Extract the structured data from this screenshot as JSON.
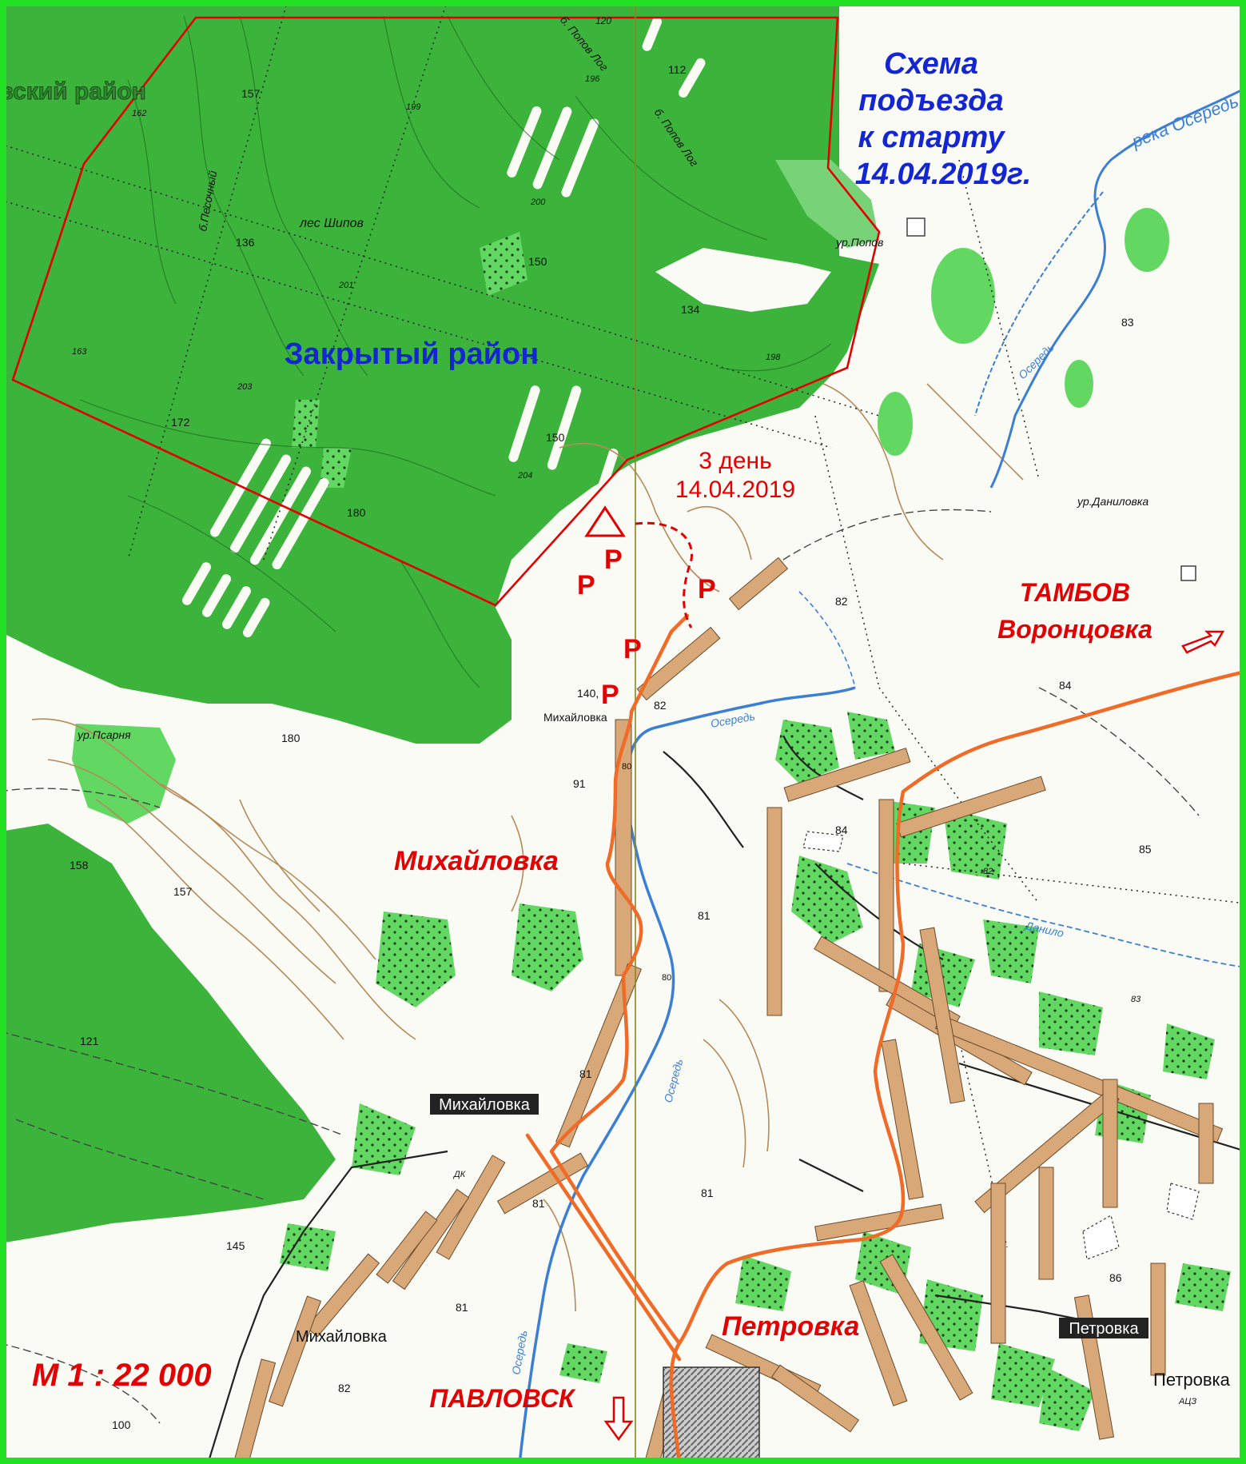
{
  "title": {
    "line1": "Схема",
    "line2": "подъезда",
    "line3": "к старту",
    "line4": "14.04.2019г."
  },
  "closed_area": "Закрытый район",
  "district_cut": "овский район",
  "day": {
    "line1": "3 день",
    "line2": "14.04.2019"
  },
  "scale": "М 1 : 22 000",
  "directions": {
    "tambov_line1": "ТАМБОВ",
    "tambov_line2": "Воронцовка",
    "pavlovsk": "ПАВЛОВСК"
  },
  "villages": {
    "mikhailovka_red": "Михайловка",
    "petrovka_red": "Петровка",
    "mikhailovka_box_top": "Михайловка",
    "mikhailovka_box_center": "Михайловка",
    "mikhailovka_bottom": "Михайловка",
    "petrovka_box": "Петровка",
    "petrovka_right": "Петровка"
  },
  "forest": "лес Шипов",
  "places": {
    "popov_top": "б. Попов Лог",
    "popov_mid": "б. Попов Лог",
    "ur_popov": "ур.Попов",
    "ur_danilovka": "ур.Даниловка",
    "ur_psarnya": "ур.Псарня",
    "b_pesochny": "б.Песочный",
    "dk": "ДК",
    "azs": "АЦЗ"
  },
  "rivers": {
    "oseredr_top": "река Осередь",
    "oseredr_1": "Осередь",
    "oseredr_2": "Осередь",
    "oseredr_3": "Осередь",
    "oseredr_4": "Осередь",
    "danilo": "Данило"
  },
  "parking": "P",
  "elevations": {
    "e112": "112",
    "e120": "120",
    "e157a": "157",
    "e162": "162",
    "e199": "199",
    "e196": "196",
    "e136": "136",
    "e200": "200",
    "e150a": "150",
    "e201": "201",
    "e134": "134",
    "e198": "198",
    "e163": "163",
    "e203": "203",
    "e172": "172",
    "e150b": "150",
    "e204": "204",
    "e180a": "180",
    "e83a": "83",
    "e82a": "82",
    "e84a": "84",
    "e140": "140,",
    "e82b": "82",
    "e180b": "180",
    "e91": "91",
    "e84b": "84",
    "e85": "85",
    "e158": "158",
    "e157b": "157",
    "e81a": "81",
    "e80a": "80",
    "e80b": "80",
    "e82c": "82",
    "e83b": "83",
    "e121": "121",
    "e81b": "81",
    "e81c": "81",
    "e81d": "81",
    "e145": "145",
    "e86": "86",
    "e81e": "81",
    "e82d": "82",
    "e100": "100"
  },
  "colors": {
    "forest": "#3cb43c",
    "forest_light": "#78d278",
    "route_red": "#e30000",
    "road_orange": "#f06a28",
    "river": "#3b7fd4",
    "contour": "#b58a5a",
    "house": "#d9a878",
    "title_blue": "#1426d2",
    "frame_green": "#22e022"
  }
}
